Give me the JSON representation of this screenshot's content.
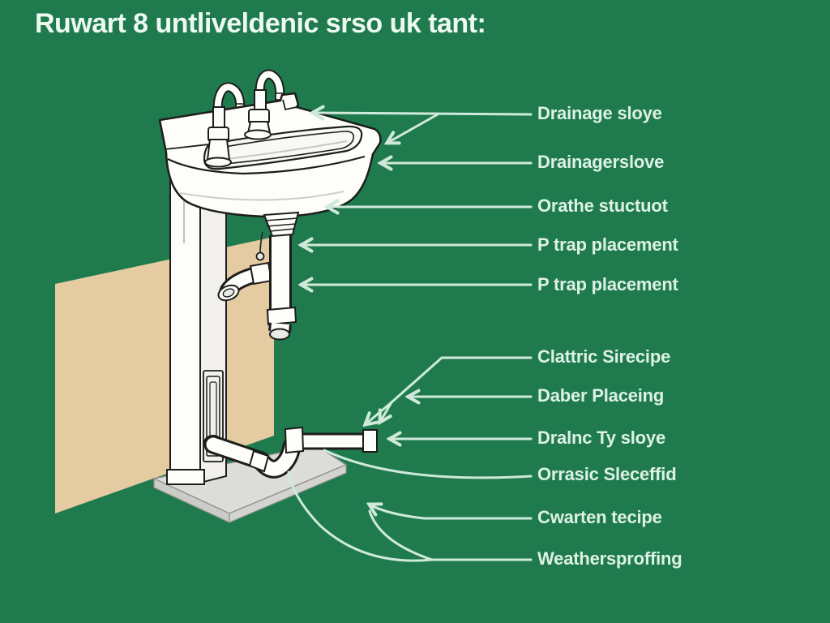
{
  "title": "Ruwart 8 untliveldenic srso uk tant:",
  "labels": [
    {
      "text": "Drainage sloye"
    },
    {
      "text": "Drainagerslove"
    },
    {
      "text": "Orathe stuctuot"
    },
    {
      "text": "P trap placement"
    },
    {
      "text": "P trap placement"
    },
    {
      "text": "Clattric Sirecipe"
    },
    {
      "text": "Daber Placeing"
    },
    {
      "text": "Dralnc Ty sloye"
    },
    {
      "text": "Orrasic Sleceffid"
    },
    {
      "text": "Cwarten tecipe"
    },
    {
      "text": "Weathersproffing"
    }
  ],
  "colors": {
    "background": "#1f7b4e",
    "wall_panel": "#e5cba2",
    "line_art_outline": "#1d1d1b",
    "sink_white": "#fdfdfa",
    "platform_gray": "#dcdcd9",
    "callout_text": "#ddf1e5",
    "leader_line": "#cfeada",
    "title_text": "#eef9f2"
  }
}
